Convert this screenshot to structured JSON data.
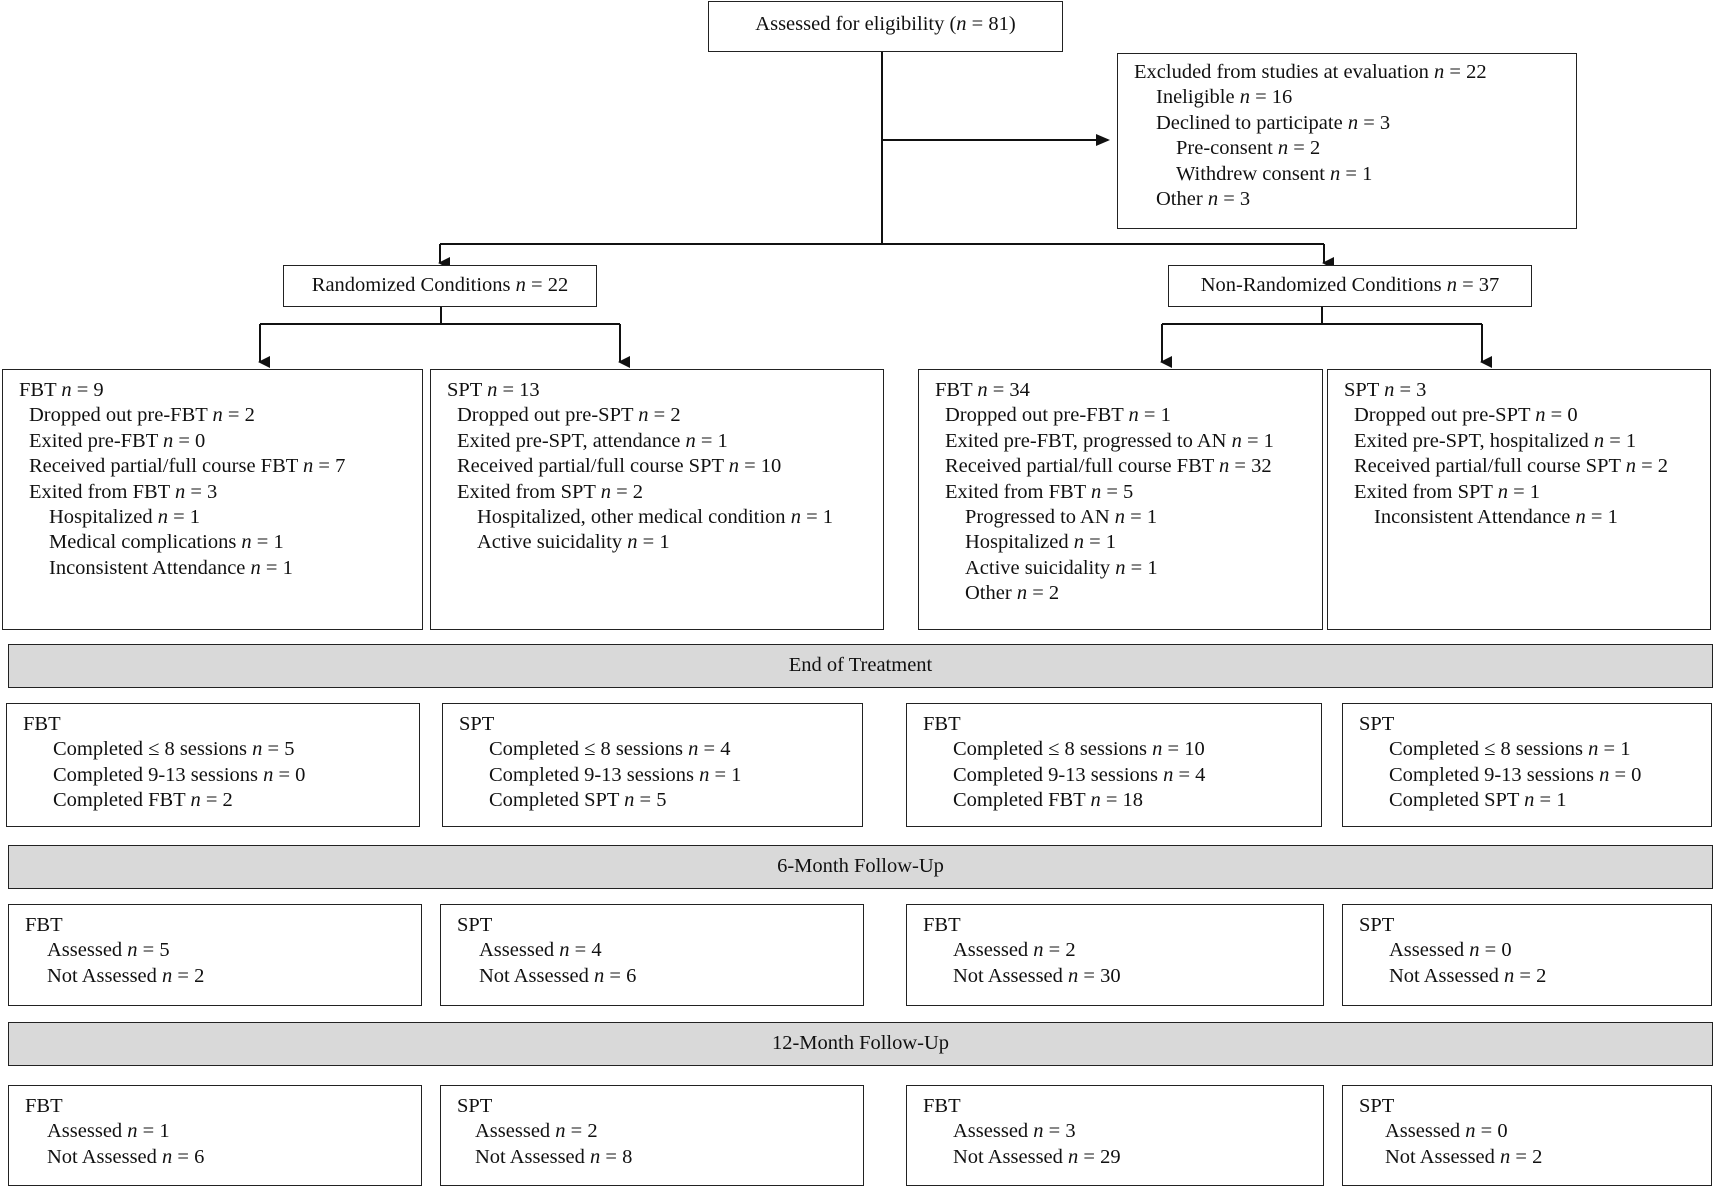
{
  "assessed": {
    "label": "Assessed for eligibility (",
    "n_sym": "n",
    "value": " = 81)"
  },
  "excluded": {
    "lines": [
      {
        "pre": "Excluded from studies at evaluation ",
        "n": "n",
        "post": " = 22"
      },
      {
        "pre": "Ineligible ",
        "n": "n",
        "post": " = 16"
      },
      {
        "pre": "Declined to participate ",
        "n": "n",
        "post": " = 3"
      },
      {
        "pre": "Pre-consent ",
        "n": "n",
        "post": " = 2"
      },
      {
        "pre": "Withdrew consent ",
        "n": "n",
        "post": " = 1"
      },
      {
        "pre": "Other ",
        "n": "n",
        "post": " = 3"
      }
    ]
  },
  "randomized": {
    "pre": "Randomized Conditions ",
    "n": "n",
    "post": " = 22"
  },
  "nonrandomized": {
    "pre": "Non-Randomized Conditions ",
    "n": "n",
    "post": " = 37"
  },
  "allocation": [
    {
      "lines": [
        {
          "pre": "FBT ",
          "n": "n",
          "post": " = 9"
        },
        {
          "pre": "Dropped out pre-FBT ",
          "n": "n",
          "post": " = 2"
        },
        {
          "pre": "Exited pre-FBT ",
          "n": "n",
          "post": " = 0"
        },
        {
          "pre": "Received partial/full course FBT ",
          "n": "n",
          "post": " = 7"
        },
        {
          "pre": "Exited from FBT ",
          "n": "n",
          "post": " = 3"
        },
        {
          "pre": "Hospitalized ",
          "n": "n",
          "post": " = 1"
        },
        {
          "pre": "Medical complications ",
          "n": "n",
          "post": " = 1"
        },
        {
          "pre": "Inconsistent Attendance ",
          "n": "n",
          "post": " = 1"
        }
      ]
    },
    {
      "lines": [
        {
          "pre": "SPT ",
          "n": "n",
          "post": " = 13"
        },
        {
          "pre": "Dropped out pre-SPT ",
          "n": "n",
          "post": " = 2"
        },
        {
          "pre": "Exited pre-SPT, attendance ",
          "n": "n",
          "post": " = 1"
        },
        {
          "pre": "Received partial/full course SPT ",
          "n": "n",
          "post": " = 10"
        },
        {
          "pre": "Exited from SPT ",
          "n": "n",
          "post": " = 2"
        },
        {
          "pre": "Hospitalized, other medical condition ",
          "n": "n",
          "post": " = 1"
        },
        {
          "pre": "Active suicidality ",
          "n": "n",
          "post": " = 1"
        }
      ]
    },
    {
      "lines": [
        {
          "pre": "FBT ",
          "n": "n",
          "post": " = 34"
        },
        {
          "pre": "Dropped out pre-FBT ",
          "n": "n",
          "post": " = 1"
        },
        {
          "pre": "Exited pre-FBT, progressed to AN ",
          "n": "n",
          "post": " = 1"
        },
        {
          "pre": "Received partial/full course FBT ",
          "n": "n",
          "post": " = 32"
        },
        {
          "pre": "Exited from FBT ",
          "n": "n",
          "post": " = 5"
        },
        {
          "pre": "Progressed to AN ",
          "n": "n",
          "post": " = 1"
        },
        {
          "pre": "Hospitalized ",
          "n": "n",
          "post": " = 1"
        },
        {
          "pre": "Active suicidality ",
          "n": "n",
          "post": " = 1"
        },
        {
          "pre": "Other ",
          "n": "n",
          "post": " = 2"
        }
      ]
    },
    {
      "lines": [
        {
          "pre": "SPT ",
          "n": "n",
          "post": " = 3"
        },
        {
          "pre": "Dropped out pre-SPT ",
          "n": "n",
          "post": " = 0"
        },
        {
          "pre": "Exited pre-SPT, hospitalized ",
          "n": "n",
          "post": " = 1"
        },
        {
          "pre": "Received partial/full course SPT ",
          "n": "n",
          "post": " = 2"
        },
        {
          "pre": "Exited from SPT ",
          "n": "n",
          "post": " = 1"
        },
        {
          "pre": "Inconsistent Attendance ",
          "n": "n",
          "post": " = 1"
        }
      ]
    }
  ],
  "bands": {
    "end": "End of Treatment",
    "six": "6-Month Follow-Up",
    "twelve": "12-Month Follow-Up"
  },
  "end_of_treatment": [
    {
      "lines": [
        {
          "pre": "FBT",
          "n": "",
          "post": ""
        },
        {
          "pre": "Completed ≤ 8 sessions ",
          "n": "n",
          "post": " = 5"
        },
        {
          "pre": "Completed 9-13 sessions ",
          "n": "n",
          "post": " = 0"
        },
        {
          "pre": "Completed FBT ",
          "n": "n",
          "post": " = 2"
        }
      ]
    },
    {
      "lines": [
        {
          "pre": "SPT",
          "n": "",
          "post": ""
        },
        {
          "pre": "Completed ≤ 8 sessions ",
          "n": "n",
          "post": " = 4"
        },
        {
          "pre": "Completed 9-13 sessions ",
          "n": "n",
          "post": " = 1"
        },
        {
          "pre": "Completed SPT ",
          "n": "n",
          "post": " = 5"
        }
      ]
    },
    {
      "lines": [
        {
          "pre": "FBT",
          "n": "",
          "post": ""
        },
        {
          "pre": "Completed ≤ 8 sessions ",
          "n": "n",
          "post": " = 10"
        },
        {
          "pre": "Completed 9-13 sessions ",
          "n": "n",
          "post": " = 4"
        },
        {
          "pre": "Completed FBT ",
          "n": "n",
          "post": " = 18"
        }
      ]
    },
    {
      "lines": [
        {
          "pre": "SPT",
          "n": "",
          "post": ""
        },
        {
          "pre": "Completed ≤ 8 sessions ",
          "n": "n",
          "post": " = 1"
        },
        {
          "pre": "Completed 9-13 sessions ",
          "n": "n",
          "post": " = 0"
        },
        {
          "pre": "Completed SPT ",
          "n": "n",
          "post": " = 1"
        }
      ]
    }
  ],
  "six_month": [
    {
      "lines": [
        {
          "pre": "FBT",
          "n": "",
          "post": ""
        },
        {
          "pre": "Assessed ",
          "n": "n",
          "post": " = 5"
        },
        {
          "pre": "Not Assessed ",
          "n": "n",
          "post": " = 2"
        }
      ]
    },
    {
      "lines": [
        {
          "pre": "SPT",
          "n": "",
          "post": ""
        },
        {
          "pre": "Assessed ",
          "n": "n",
          "post": " = 4"
        },
        {
          "pre": "Not Assessed ",
          "n": "n",
          "post": " = 6"
        }
      ]
    },
    {
      "lines": [
        {
          "pre": "FBT",
          "n": "",
          "post": ""
        },
        {
          "pre": "Assessed ",
          "n": "n",
          "post": " = 2"
        },
        {
          "pre": "Not Assessed ",
          "n": "n",
          "post": " = 30"
        }
      ]
    },
    {
      "lines": [
        {
          "pre": "SPT",
          "n": "",
          "post": ""
        },
        {
          "pre": "Assessed ",
          "n": "n",
          "post": " = 0"
        },
        {
          "pre": "Not Assessed ",
          "n": "n",
          "post": " = 2"
        }
      ]
    }
  ],
  "twelve_month": [
    {
      "lines": [
        {
          "pre": "FBT",
          "n": "",
          "post": ""
        },
        {
          "pre": "Assessed ",
          "n": "n",
          "post": " = 1"
        },
        {
          "pre": "Not Assessed ",
          "n": "n",
          "post": " = 6"
        }
      ]
    },
    {
      "lines": [
        {
          "pre": "SPT",
          "n": "",
          "post": ""
        },
        {
          "pre": "Assessed ",
          "n": "n",
          "post": " = 2"
        },
        {
          "pre": "Not Assessed ",
          "n": "n",
          "post": " = 8"
        }
      ]
    },
    {
      "lines": [
        {
          "pre": "FBT",
          "n": "",
          "post": ""
        },
        {
          "pre": "Assessed ",
          "n": "n",
          "post": " = 3"
        },
        {
          "pre": "Not Assessed ",
          "n": "n",
          "post": " = 29"
        }
      ]
    },
    {
      "lines": [
        {
          "pre": "SPT",
          "n": "",
          "post": ""
        },
        {
          "pre": "Assessed ",
          "n": "n",
          "post": " = 0"
        },
        {
          "pre": "Not Assessed ",
          "n": "n",
          "post": " = 2"
        }
      ]
    }
  ]
}
